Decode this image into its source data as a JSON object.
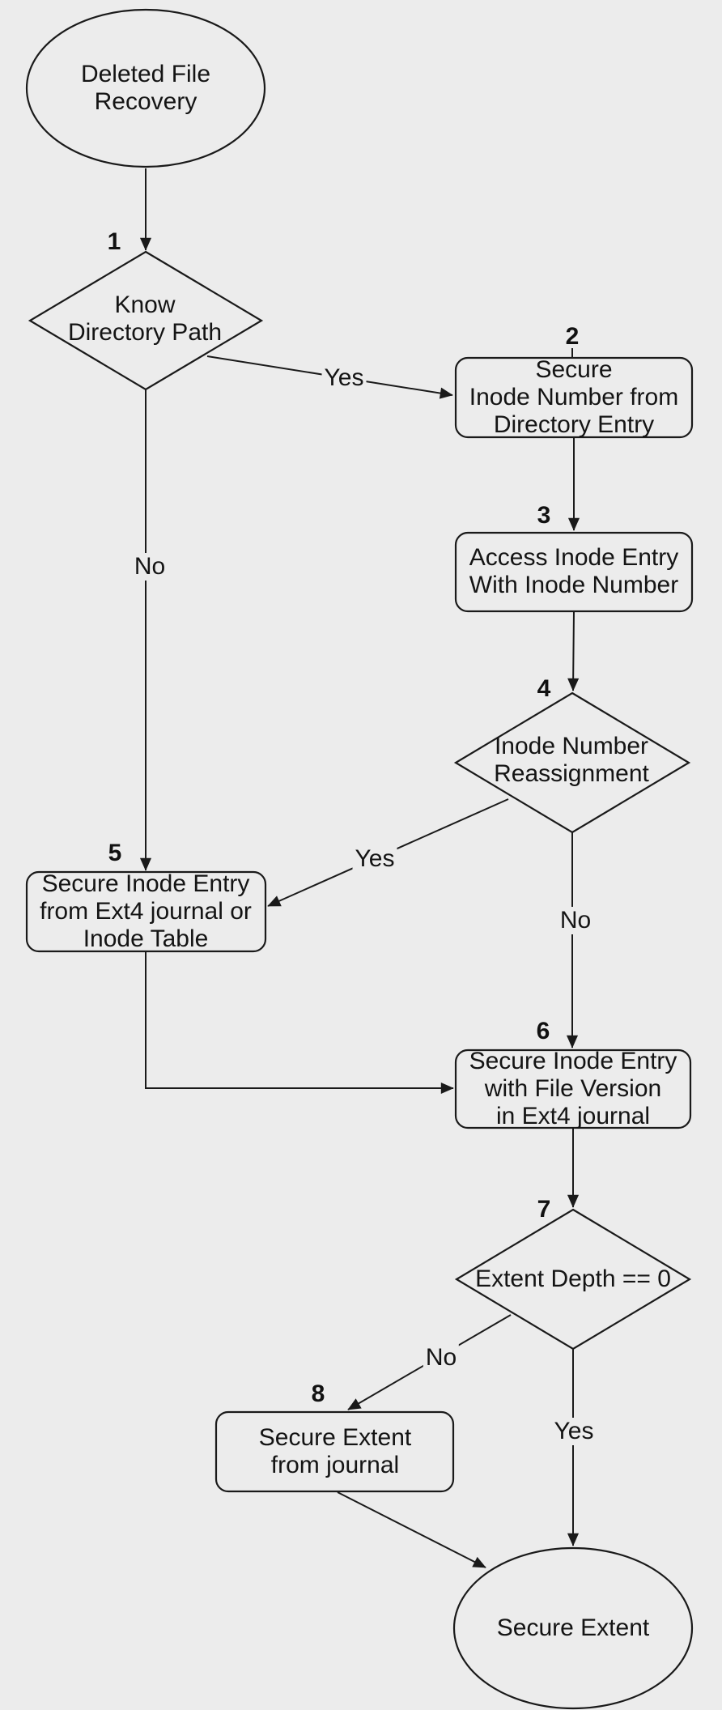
{
  "diagram": {
    "background_color": "#ececec",
    "line_color": "#1a1a1a",
    "nodes": {
      "start": {
        "label": "Deleted File\nRecovery",
        "shape": "ellipse"
      },
      "d1": {
        "number": "1",
        "label": "Know\nDirectory Path",
        "shape": "diamond"
      },
      "n2": {
        "number": "2",
        "label": "Secure\nInode Number from\nDirectory Entry",
        "shape": "rounded-rect"
      },
      "n3": {
        "number": "3",
        "label": "Access Inode Entry\nWith Inode Number",
        "shape": "rounded-rect"
      },
      "d4": {
        "number": "4",
        "label": "Inode Number\nReassignment",
        "shape": "diamond"
      },
      "n5": {
        "number": "5",
        "label": "Secure Inode Entry\nfrom Ext4 journal or\nInode Table",
        "shape": "rounded-rect"
      },
      "n6": {
        "number": "6",
        "label": "Secure Inode Entry\nwith File Version\nin Ext4 journal",
        "shape": "rounded-rect"
      },
      "d7": {
        "number": "7",
        "label": "Extent Depth == 0",
        "shape": "diamond"
      },
      "n8": {
        "number": "8",
        "label": "Secure Extent\nfrom journal",
        "shape": "rounded-rect"
      },
      "end": {
        "label": "Secure Extent",
        "shape": "ellipse"
      }
    },
    "edge_labels": {
      "d1_yes": "Yes",
      "d1_no": "No",
      "d4_yes": "Yes",
      "d4_no": "No",
      "d7_no": "No",
      "d7_yes": "Yes"
    }
  }
}
